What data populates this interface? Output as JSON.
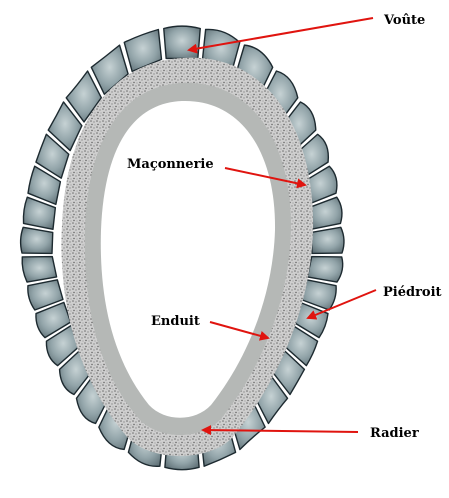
{
  "labels": {
    "voute": "Voûte",
    "maconnerie": "Maçonnerie",
    "piedroit": "Piédroit",
    "enduit": "Enduit",
    "radier": "Radier"
  },
  "colors": {
    "stone_fill": "#8fa1a6",
    "stone_outline": "#1d2a30",
    "mortar": "#cfcfcf",
    "enduit": "#b5b8b6",
    "interior": "#ffffff",
    "arrow": "#e0140f"
  }
}
